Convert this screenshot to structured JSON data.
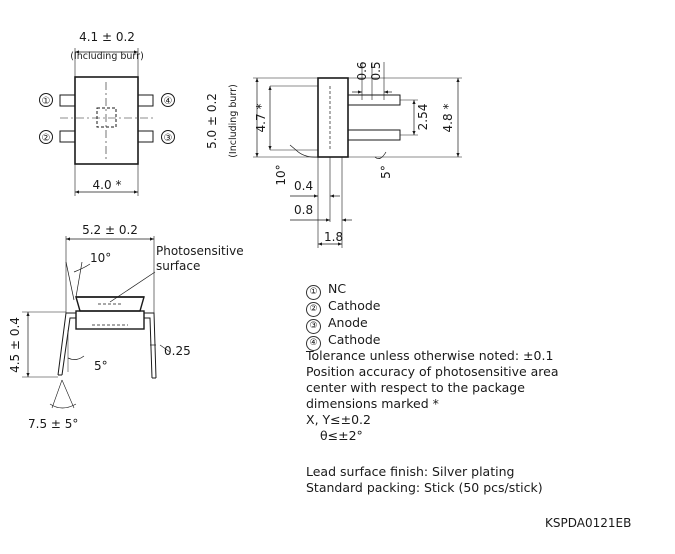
{
  "dims": {
    "top_width": "4.1 ± 0.2",
    "including_burr": "(Including burr)",
    "body_width": "4.0 *",
    "side_height": "5.0 ± 0.2",
    "side_height_note": "(Including burr)",
    "side_inner": "4.7 *",
    "lead_06": "0.6",
    "lead_05": "0.5",
    "pitch": "2.54",
    "overall": "4.8 *",
    "angle_10_side": "10°",
    "angle_5_side": "5°",
    "d_04": "0.4",
    "d_08": "0.8",
    "d_18": "1.8",
    "front_width": "5.2 ± 0.2",
    "angle_10_front": "10°",
    "front_height": "4.5 ± 0.4",
    "angle_5_front": "5°",
    "lead_thickness": "0.25",
    "lead_spread": "7.5 ± 5°"
  },
  "photosensitive_label": [
    "Photosensitive",
    "surface"
  ],
  "pin_markers": [
    "①",
    "②",
    "③",
    "④"
  ],
  "pins": [
    {
      "num": "①",
      "name": "NC"
    },
    {
      "num": "②",
      "name": "Cathode"
    },
    {
      "num": "③",
      "name": "Anode"
    },
    {
      "num": "④",
      "name": "Cathode"
    }
  ],
  "tolerance_notes": [
    "Tolerance unless otherwise noted: ±0.1",
    "Position accuracy of photosensitive area",
    "center with respect to the package",
    "dimensions marked *",
    "X, Y≤±0.2",
    "θ≤±2°"
  ],
  "finish_notes": [
    "Lead surface finish: Silver plating",
    "Standard packing: Stick (50 pcs/stick)"
  ],
  "drawing_code": "KSPDA0121EB"
}
